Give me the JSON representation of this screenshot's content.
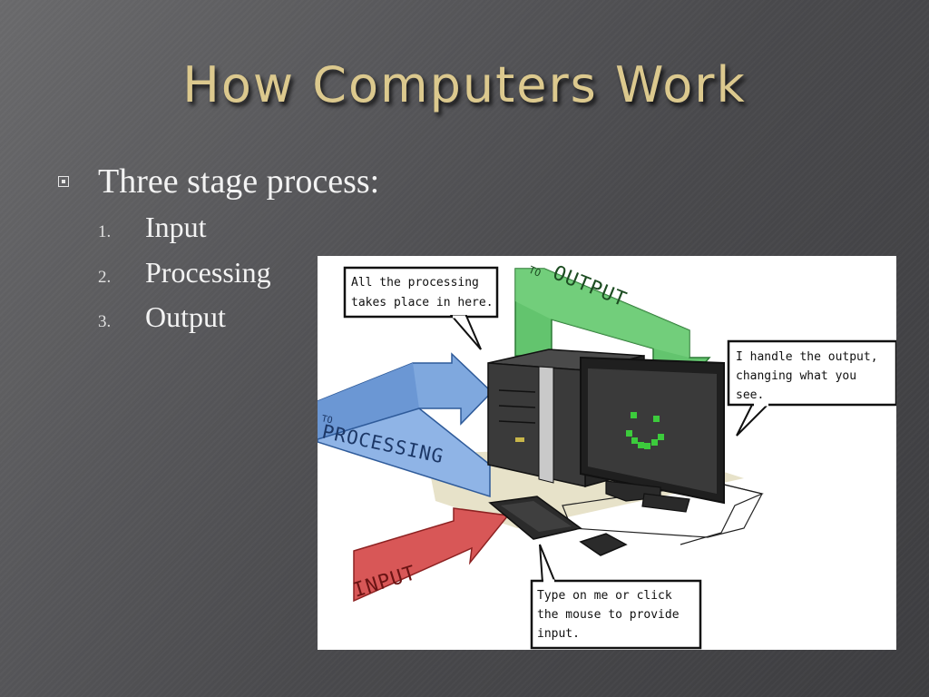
{
  "slide": {
    "title": "How Computers Work",
    "bullet": "Three stage process:",
    "steps": [
      {
        "number": "1.",
        "label": "Input"
      },
      {
        "number": "2.",
        "label": "Processing"
      },
      {
        "number": "3.",
        "label": "Output"
      }
    ]
  },
  "figure": {
    "callout_processing": [
      "All the processing",
      "takes place in here."
    ],
    "callout_output": [
      "I handle the output,",
      "changing what you",
      "see."
    ],
    "callout_input": [
      "Type on me or click",
      "the mouse to provide",
      "input."
    ],
    "arrow_output_small": "TO",
    "arrow_output": "OUTPUT",
    "arrow_processing_small": "TO",
    "arrow_processing": "PROCESSING",
    "arrow_input": "INPUT"
  }
}
